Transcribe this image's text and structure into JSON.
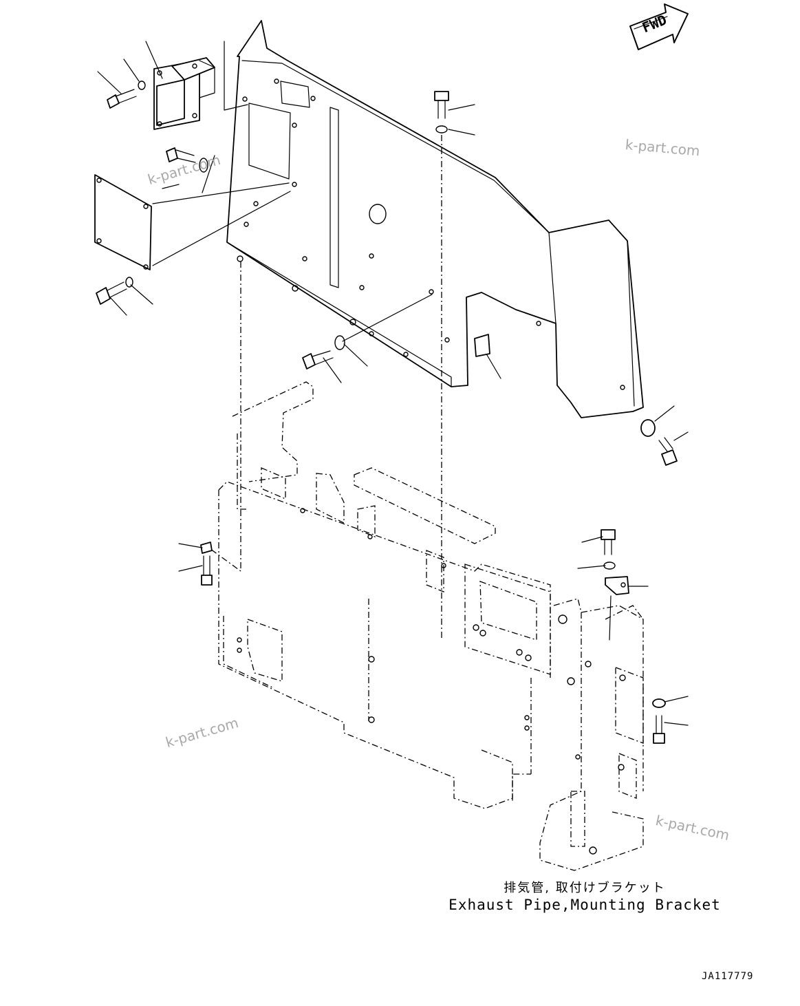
{
  "fwd_label": "FWD",
  "watermarks": [
    "k-part.com",
    "k-part.com",
    "k-part.com",
    "k-part.com"
  ],
  "caption": {
    "japanese": "排気管, 取付けブラケット",
    "english": "Exhaust Pipe,Mounting Bracket"
  },
  "drawing_number": "JA117779"
}
